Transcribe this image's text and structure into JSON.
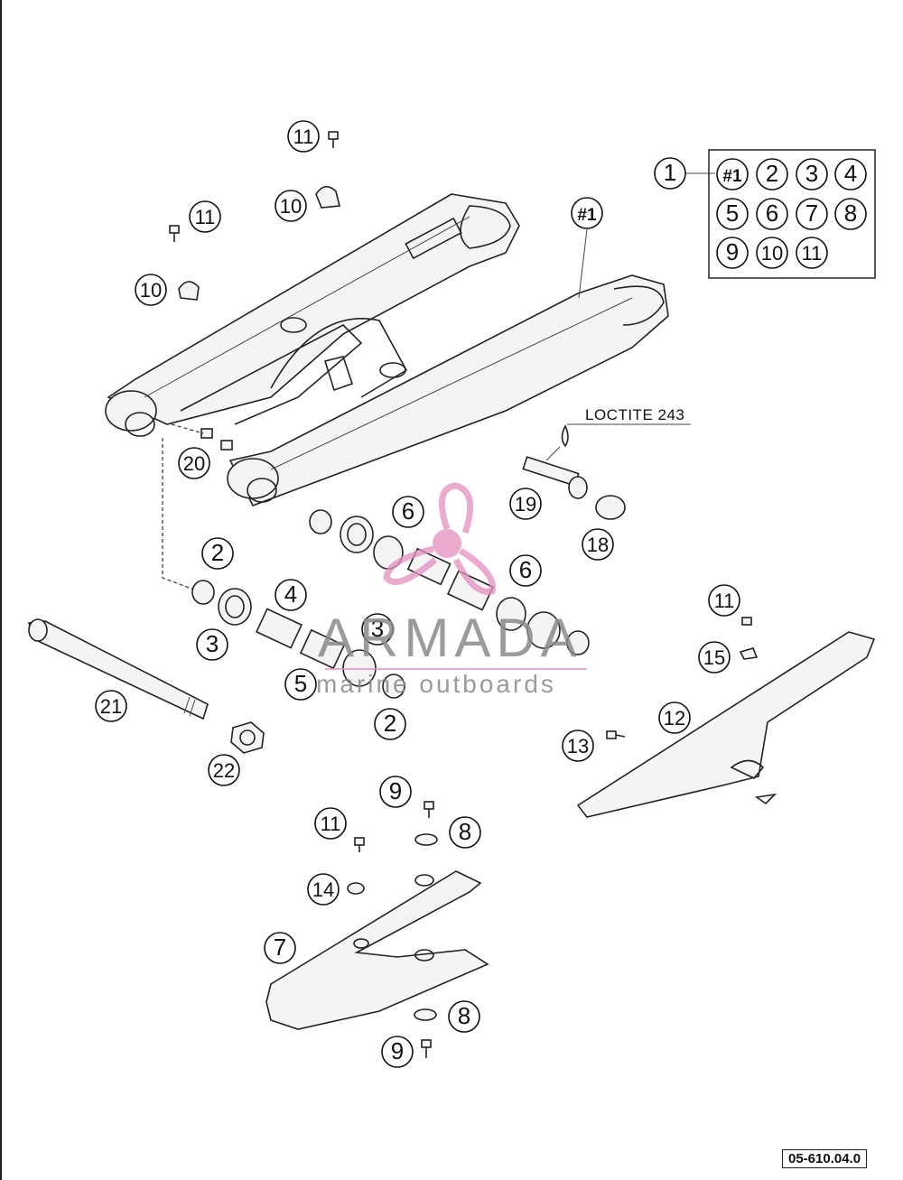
{
  "diagram": {
    "callouts": [
      {
        "id": "c11a",
        "text": "11"
      },
      {
        "id": "c10a",
        "text": "10"
      },
      {
        "id": "c11b",
        "text": "11"
      },
      {
        "id": "c10b",
        "text": "10"
      },
      {
        "id": "c1",
        "text": "1"
      },
      {
        "id": "cref",
        "text": "#1"
      },
      {
        "id": "c20",
        "text": "20"
      },
      {
        "id": "c6a",
        "text": "6"
      },
      {
        "id": "c19",
        "text": "19"
      },
      {
        "id": "c18",
        "text": "18"
      },
      {
        "id": "c2a",
        "text": "2"
      },
      {
        "id": "c6b",
        "text": "6"
      },
      {
        "id": "c4",
        "text": "4"
      },
      {
        "id": "c3a",
        "text": "3"
      },
      {
        "id": "c3b",
        "text": "3"
      },
      {
        "id": "c5",
        "text": "5"
      },
      {
        "id": "c2b",
        "text": "2"
      },
      {
        "id": "c21",
        "text": "21"
      },
      {
        "id": "c22",
        "text": "22"
      },
      {
        "id": "c11c",
        "text": "11"
      },
      {
        "id": "c15",
        "text": "15"
      },
      {
        "id": "c12",
        "text": "12"
      },
      {
        "id": "c13",
        "text": "13"
      },
      {
        "id": "c9a",
        "text": "9"
      },
      {
        "id": "c8a",
        "text": "8"
      },
      {
        "id": "c11d",
        "text": "11"
      },
      {
        "id": "c14",
        "text": "14"
      },
      {
        "id": "c7",
        "text": "7"
      },
      {
        "id": "c8b",
        "text": "8"
      },
      {
        "id": "c9b",
        "text": "9"
      }
    ],
    "kit_box": [
      "#1",
      "2",
      "3",
      "4",
      "5",
      "6",
      "7",
      "8",
      "9",
      "10",
      "11"
    ],
    "loctite_label": "LOCTITE 243",
    "drawing_code": "05-610.04.0"
  },
  "watermark": {
    "title": "ARMADA",
    "subtitle": "marine outboards",
    "logo_color": "#e58fc0",
    "text_color": "#8a8a8a"
  }
}
